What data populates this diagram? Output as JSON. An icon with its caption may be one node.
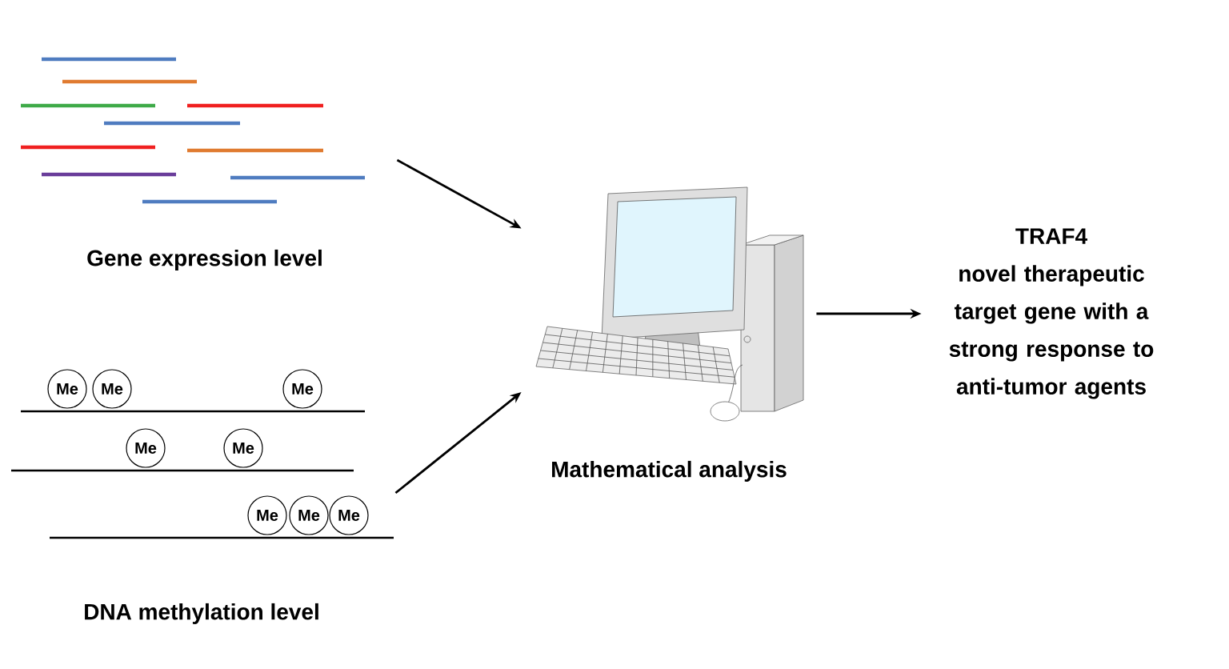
{
  "diagram": {
    "nodes": [
      {
        "text": [
          "Gene expression level"
        ]
      },
      {
        "text": [
          "DNA methylation level"
        ]
      },
      {
        "text": [
          "Mathematical analysis"
        ]
      },
      {
        "text": [
          "TRAF4",
          "novel therapeutic target gene with a strong response to anti-tumor agents"
        ]
      },
      {
        "text": [
          "Me"
        ],
        "in": 1
      },
      {
        "text": [
          "Me"
        ],
        "in": 1
      },
      {
        "text": [
          "Me"
        ],
        "in": 1
      },
      {
        "text": [
          "Me"
        ],
        "in": 1
      },
      {
        "text": [
          "Me"
        ],
        "in": 1
      },
      {
        "text": [
          "Me"
        ],
        "in": 1
      },
      {
        "text": [
          "Me"
        ],
        "in": 1
      },
      {
        "text": [
          "Me"
        ],
        "in": 1
      }
    ],
    "edges": [
      {
        "from": 0,
        "to": 2,
        "arrow": "to"
      },
      {
        "from": 1,
        "to": 2,
        "arrow": "to"
      },
      {
        "from": 2,
        "to": 3,
        "arrow": "to"
      }
    ]
  }
}
